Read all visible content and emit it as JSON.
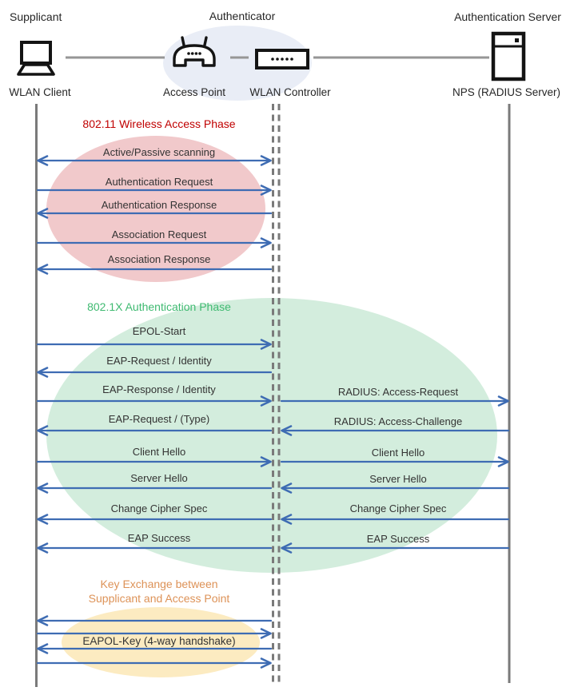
{
  "header": {
    "supplicant_role": "Supplicant",
    "authenticator_role": "Authenticator",
    "auth_server_role": "Authentication Server",
    "wlan_client": "WLAN Client",
    "access_point": "Access Point",
    "wlan_controller": "WLAN Controller",
    "nps": "NPS (RADIUS Server)"
  },
  "colors": {
    "arrow": "#3E6CB3",
    "lifeline": "#7A7A7A",
    "phase1_title": "#C00000",
    "phase2_title": "#3FBA71",
    "phase3_title": "#DD9257",
    "ellipse_pink": "#F1C9CB",
    "ellipse_green": "#D3EDDD",
    "ellipse_yellow": "#FCEBC1",
    "ellipse_blue": "#E9EDF6"
  },
  "phase1": {
    "title": "802.11 Wireless Access Phase",
    "messages": [
      {
        "label": "Active/Passive scanning",
        "direction": "both"
      },
      {
        "label": "Authentication Request",
        "direction": "right"
      },
      {
        "label": "Authentication Response",
        "direction": "left"
      },
      {
        "label": "Association Request",
        "direction": "right"
      },
      {
        "label": "Association Response",
        "direction": "left"
      }
    ]
  },
  "phase2": {
    "title": "802.1X Authentication Phase",
    "left_messages": [
      {
        "label": "EPOL-Start",
        "direction": "right"
      },
      {
        "label": "EAP-Request / Identity",
        "direction": "left"
      },
      {
        "label": "EAP-Response / Identity",
        "direction": "right"
      },
      {
        "label": "EAP-Request / (Type)",
        "direction": "left"
      },
      {
        "label": "Client Hello",
        "direction": "right"
      },
      {
        "label": "Server Hello",
        "direction": "left"
      },
      {
        "label": "Change Cipher Spec",
        "direction": "left"
      },
      {
        "label": "EAP Success",
        "direction": "left"
      }
    ],
    "right_messages": [
      {
        "label": "RADIUS: Access-Request",
        "direction": "right"
      },
      {
        "label": "RADIUS: Access-Challenge",
        "direction": "left"
      },
      {
        "label": "Client Hello",
        "direction": "right"
      },
      {
        "label": "Server Hello",
        "direction": "left"
      },
      {
        "label": "Change Cipher Spec",
        "direction": "left"
      },
      {
        "label": "EAP Success",
        "direction": "left"
      }
    ]
  },
  "phase3": {
    "title_line1": "Key Exchange between",
    "title_line2": "Supplicant and Access Point",
    "handshake_label": "EAPOL-Key (4-way handshake)"
  }
}
